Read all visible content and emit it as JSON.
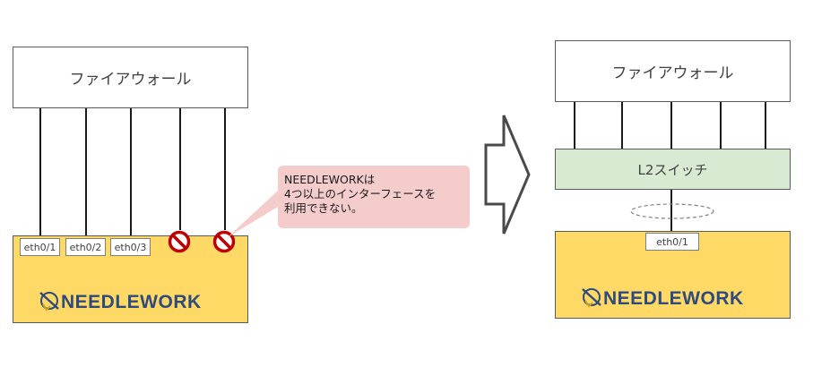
{
  "left": {
    "firewall_label": "ファイアウォール",
    "ports": [
      "eth0/1",
      "eth0/2",
      "eth0/3"
    ],
    "logo_text": "NEEDLEWORK"
  },
  "callout": {
    "lines": [
      "NEEDLEWORKは",
      "4つ以上のインターフェースを",
      "利用できない。"
    ]
  },
  "right": {
    "firewall_label": "ファイアウォール",
    "switch_label": "L2スイッチ",
    "port": "eth0/1",
    "logo_text": "NEEDLEWORK"
  },
  "colors": {
    "needlework_fill": "#ffd966",
    "switch_fill": "#d9ead3",
    "callout_fill": "#f4cccc",
    "prohibit_red": "#c00000",
    "logo_blue": "#2f4a7c"
  },
  "icons": [
    "prohibited-icon",
    "needle-logo-icon",
    "right-arrow-icon",
    "link-aggregation-ellipse"
  ]
}
